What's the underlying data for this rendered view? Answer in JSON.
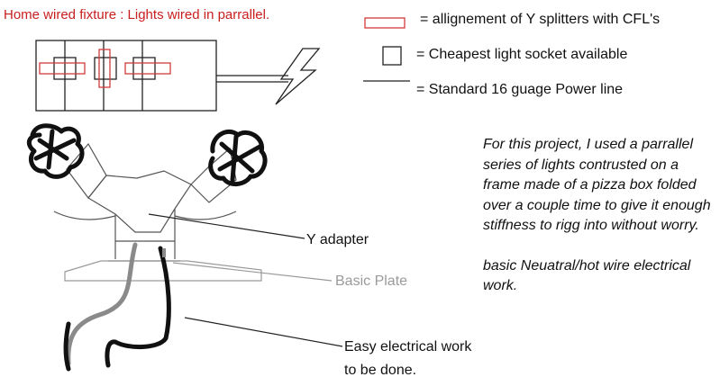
{
  "title": "Home wired fixture : Lights wired in parrallel.",
  "legend": {
    "splitter": "=  allignement of Y splitters with CFL's",
    "socket": "= Cheapest light socket available",
    "powerline": "= Standard 16 guage Power line"
  },
  "labels": {
    "y_adapter": "Y adapter",
    "basic_plate": "Basic Plate",
    "easy_work_line1": "Easy electrical work",
    "easy_work_line2": "to be done."
  },
  "notes": {
    "paragraph1": "For this project, I used a parrallel series of lights contrusted on a frame made of a pizza box folded over a couple time to give it enough stiffness to rigg into without worry.",
    "paragraph2": "basic Neuatral/hot wire electrical work."
  },
  "colors": {
    "title": "#c81e1e",
    "splitter_outline": "#d23a3a",
    "plate": "#9a9a9a"
  }
}
